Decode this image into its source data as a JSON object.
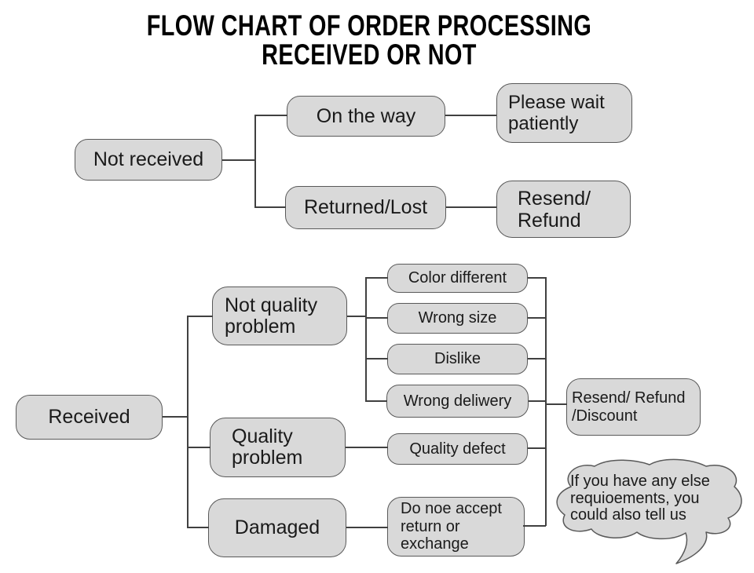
{
  "title": {
    "line1": "FLOW CHART OF ORDER PROCESSING",
    "line2": "RECEIVED OR NOT"
  },
  "colors": {
    "background": "#ffffff",
    "box_fill": "#d9d9d9",
    "box_border": "#595959",
    "line": "#404040",
    "text": "#1a1a1a"
  },
  "nodes": {
    "not_received": "Not received",
    "on_the_way": "On the way",
    "please_wait_patiently": "Please wait\npatiently",
    "returned_lost": "Returned/Lost",
    "resend_refund": "Resend/\nRefund",
    "received": "Received",
    "not_quality_problem": "Not quality\nproblem",
    "quality_problem": "Quality\nproblem",
    "damaged": "Damaged",
    "color_different": "Color different",
    "wrong_size": "Wrong size",
    "dislike": "Dislike",
    "wrong_deliwery": "Wrong deliwery",
    "quality_defect": "Quality defect",
    "do_not_accept": "Do noe accept\nreturn or\nexchange",
    "resend_refund_discount": "Resend/ Refund\n/Discount"
  },
  "bubble": {
    "text": "If you have any else\nrequioements, you\ncould also tell us"
  },
  "edges": [
    [
      "not_received",
      "on_the_way"
    ],
    [
      "not_received",
      "returned_lost"
    ],
    [
      "on_the_way",
      "please_wait_patiently"
    ],
    [
      "returned_lost",
      "resend_refund"
    ],
    [
      "received",
      "not_quality_problem"
    ],
    [
      "received",
      "quality_problem"
    ],
    [
      "received",
      "damaged"
    ],
    [
      "not_quality_problem",
      "color_different"
    ],
    [
      "not_quality_problem",
      "wrong_size"
    ],
    [
      "not_quality_problem",
      "dislike"
    ],
    [
      "not_quality_problem",
      "wrong_deliwery"
    ],
    [
      "quality_problem",
      "quality_defect"
    ],
    [
      "damaged",
      "do_not_accept"
    ],
    [
      "color_different",
      "resend_refund_discount"
    ],
    [
      "wrong_size",
      "resend_refund_discount"
    ],
    [
      "dislike",
      "resend_refund_discount"
    ],
    [
      "wrong_deliwery",
      "resend_refund_discount"
    ],
    [
      "quality_defect",
      "resend_refund_discount"
    ],
    [
      "do_not_accept",
      "resend_refund_discount"
    ]
  ]
}
